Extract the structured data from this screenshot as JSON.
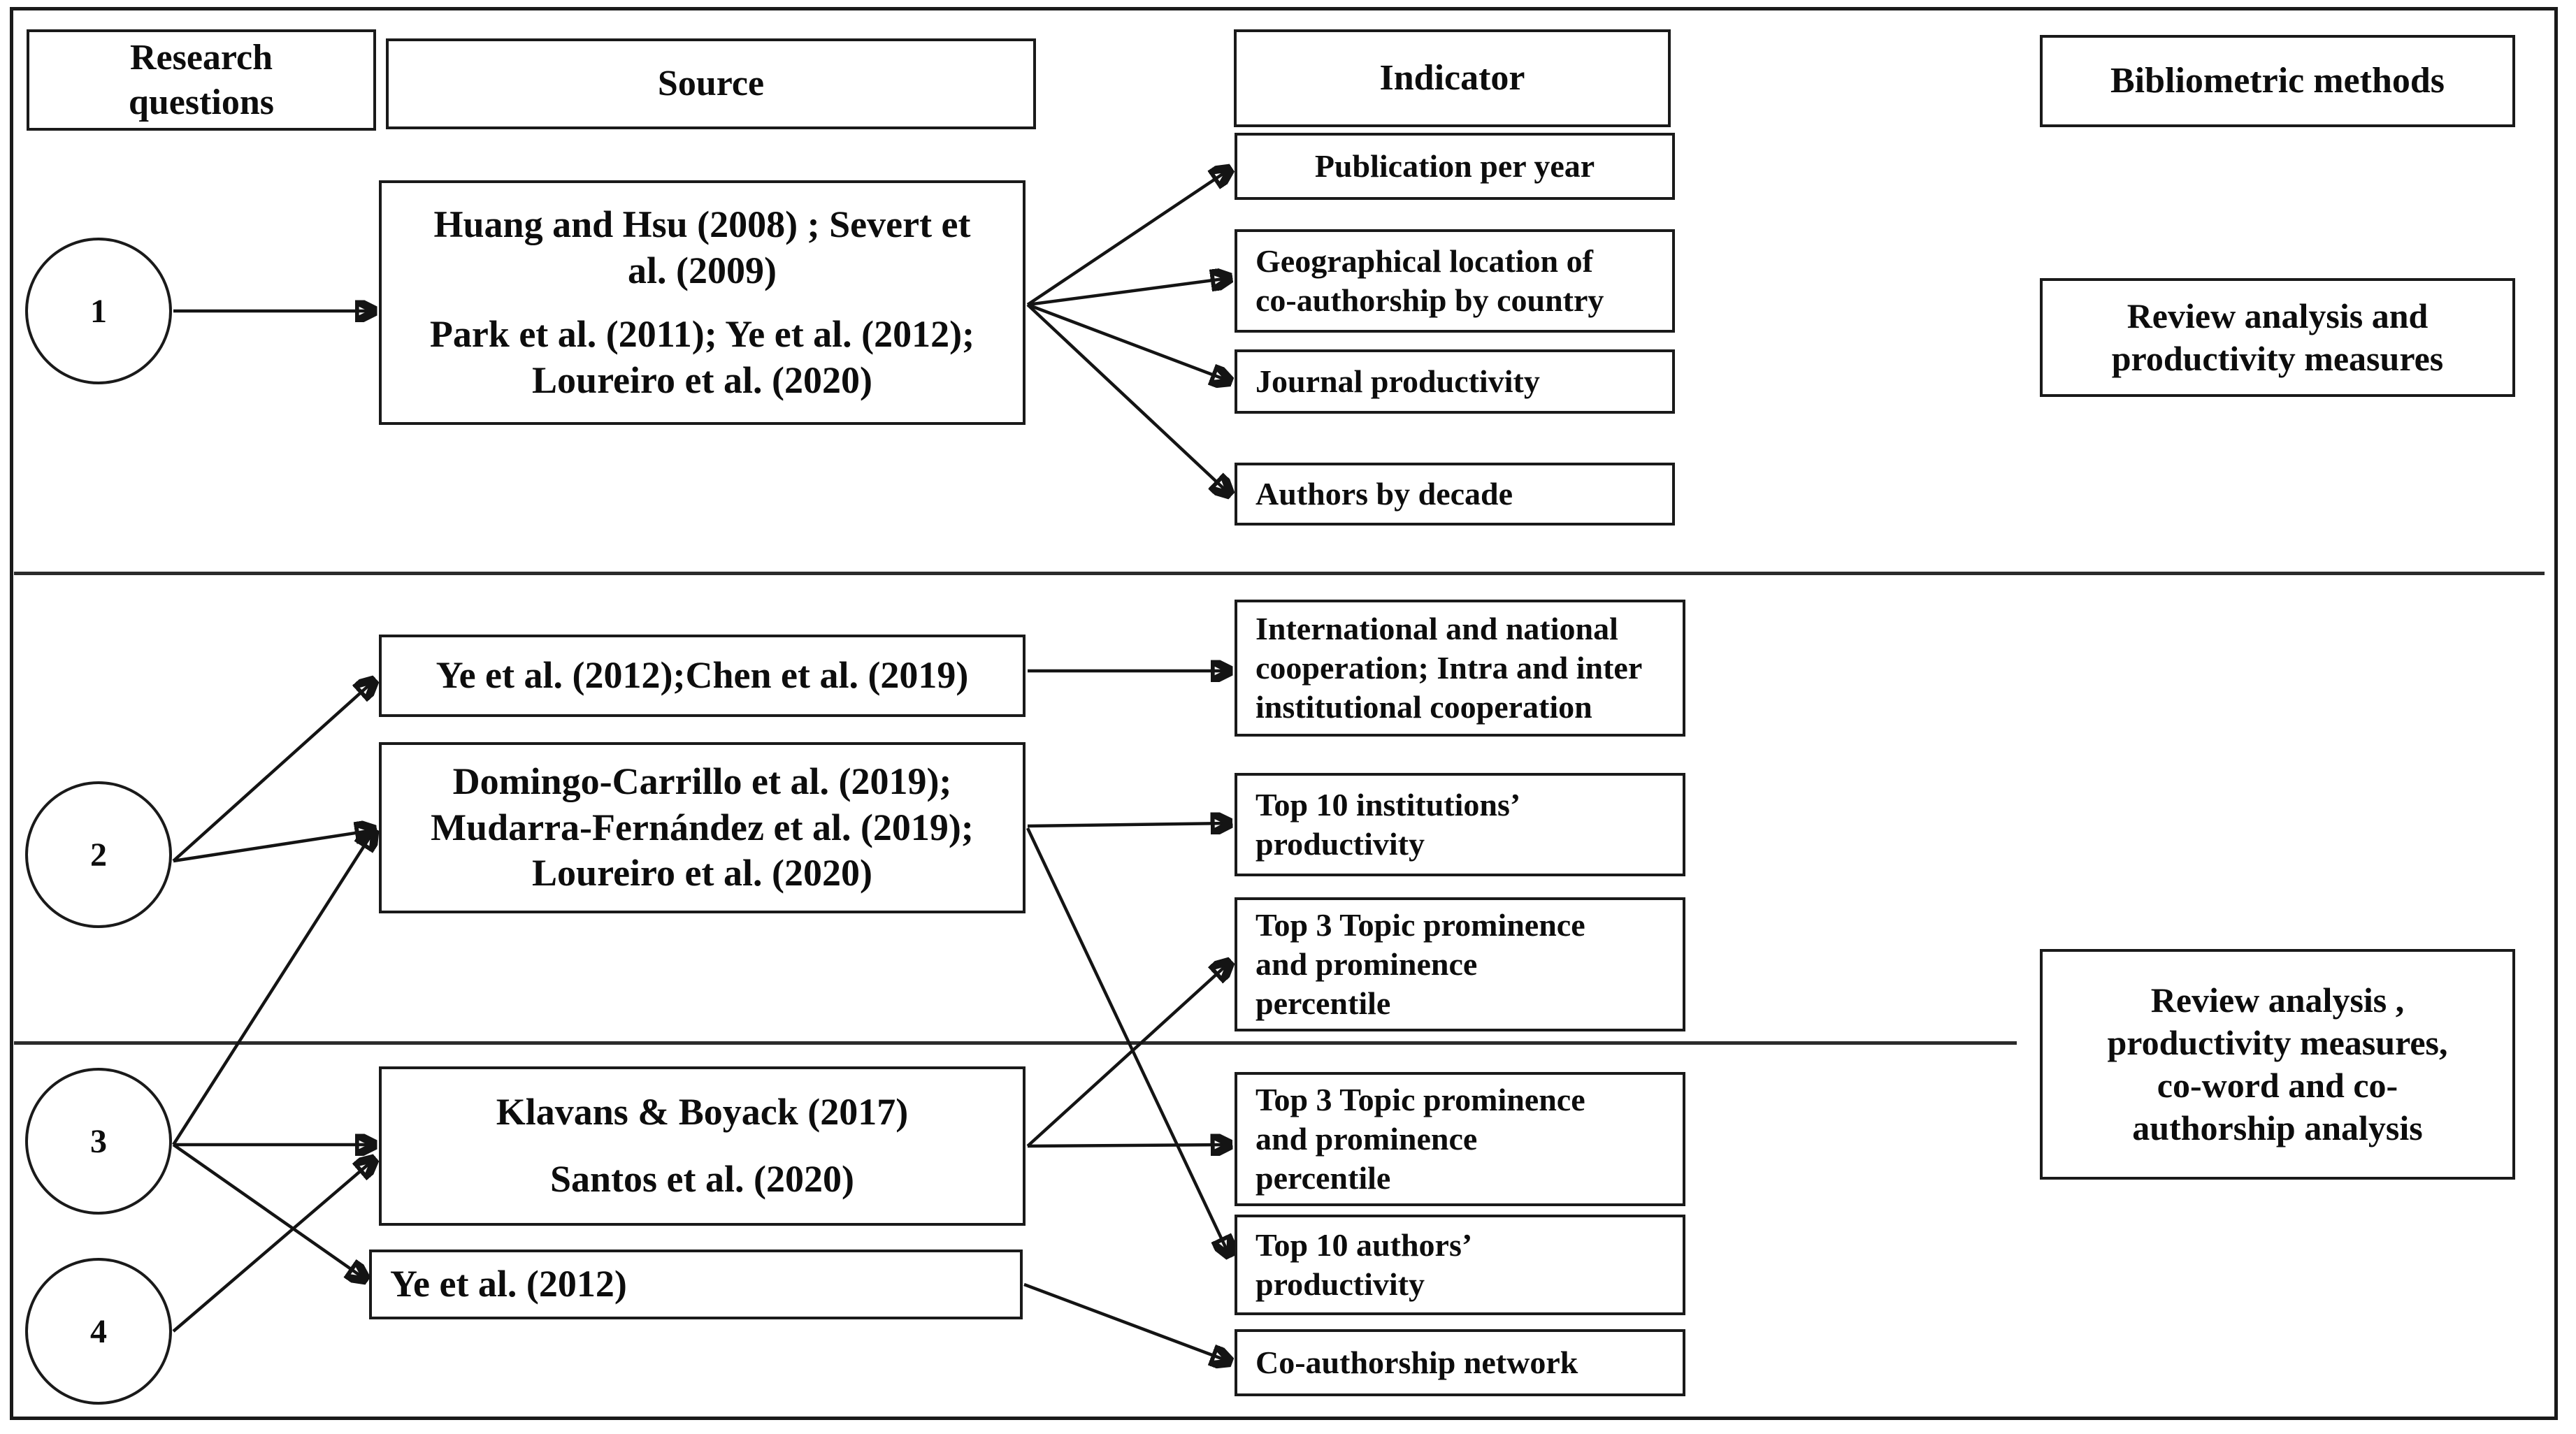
{
  "figure": {
    "border_color": "#1a1a1a",
    "background": "#ffffff"
  },
  "headers": [
    {
      "id": "research-questions",
      "label": "Research\nquestions"
    },
    {
      "id": "source",
      "label": "Source"
    },
    {
      "id": "indicator",
      "label": "Indicator"
    },
    {
      "id": "bibliometric",
      "label": "Bibliometric methods"
    }
  ],
  "header_labels": {
    "research_questions_line1": "Research",
    "research_questions_line2": "questions",
    "source": "Source",
    "indicator": "Indicator",
    "bibliometric_methods": "Bibliometric methods"
  },
  "questions": [
    {
      "id": "q1",
      "number": "1"
    },
    {
      "id": "q2",
      "number": "2"
    },
    {
      "id": "q3",
      "number": "3"
    },
    {
      "id": "q4",
      "number": "4"
    }
  ],
  "sources": {
    "s1_line1": "Huang and Hsu (2008) ; Severt et",
    "s1_line2": "al. (2009)",
    "s1_line3": "Park et al. (2011); Ye et al. (2012);",
    "s1_line4": "Loureiro et al. (2020)",
    "s2_line1": "Ye et al. (2012);Chen et al. (2019)",
    "s3_line1": "Domingo-Carrillo et al. (2019);",
    "s3_line2": "Mudarra-Fernández et al. (2019);",
    "s3_line3": "Loureiro et al. (2020)",
    "s4_line1": "Klavans & Boyack (2017)",
    "s4_line2": "Santos et al. (2020)",
    "s5_line1": "Ye et al. (2012)"
  },
  "indicators": {
    "i1": "Publication per year",
    "i2_line1": "Geographical location of",
    "i2_line2": "co-authorship by country",
    "i3": "Journal productivity",
    "i4": "Authors by decade",
    "i5_line1": "International and national",
    "i5_line2": "cooperation; Intra and inter",
    "i5_line3": "institutional cooperation",
    "i6_line1": "Top 10 institutions’",
    "i6_line2": "productivity",
    "i7_line1": "Top 3 Topic prominence",
    "i7_line2": "and prominence",
    "i7_line3": "percentile",
    "i8_line1": "Top 3 Topic prominence",
    "i8_line2": "and prominence",
    "i8_line3": "percentile",
    "i9_line1": "Top 10 authors’",
    "i9_line2": "productivity",
    "i10": "Co-authorship network"
  },
  "methods": {
    "m1_line1": "Review analysis and",
    "m1_line2": "productivity measures",
    "m2_line1": "Review analysis ,",
    "m2_line2": "productivity measures,",
    "m2_line3": "co-word and co-",
    "m2_line4": "authorship analysis"
  }
}
